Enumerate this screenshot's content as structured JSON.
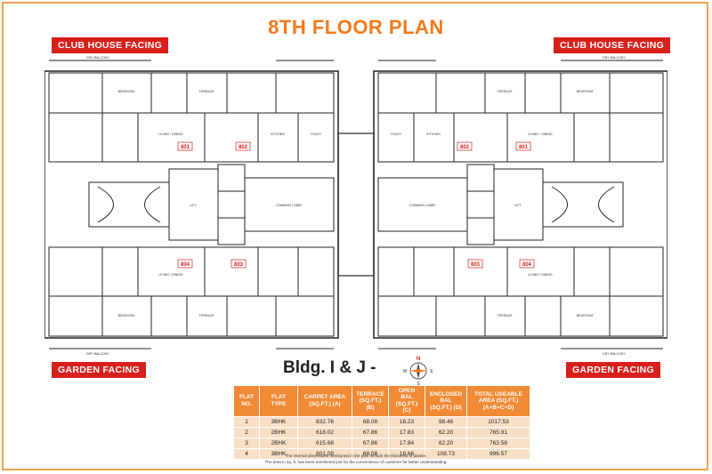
{
  "title": "8TH FLOOR PLAN",
  "badges": {
    "top_left": "CLUB HOUSE FACING",
    "top_right": "CLUB HOUSE FACING",
    "bottom_left": "GARDEN FACING",
    "bottom_right": "GARDEN FACING"
  },
  "building_label": "Bldg. I & J  -",
  "compass": {
    "n": "N",
    "s": "S",
    "w": "W",
    "e": "E"
  },
  "plan_labels": {
    "flats": [
      "801",
      "802",
      "802",
      "801",
      "804",
      "803",
      "803",
      "804"
    ],
    "common_lobby": "COMMON LOBBY",
    "lift": "LIFT",
    "terrace": "TERRACE",
    "bedroom": "BEDROOM",
    "living_dining": "LIVING / DINING",
    "kitchen": "KITCHEN",
    "toilet": "TOILET",
    "dry_balcony": "DRY BALCONY"
  },
  "table": {
    "headers": [
      "FLAT NO.",
      "FLAT TYPE",
      "CARPET AREA (SQ.FT.) (A)",
      "TERRACE (SQ.FT.) (B)",
      "OPEN BAL (SQ.FT.) (C)",
      "ENCLOSED BAL (SQ.FT.) (D)",
      "TOTAL USEABLE AREA (SQ.FT.) (A+B+C+D)"
    ],
    "rows": [
      [
        "1",
        "3BHK",
        "832.76",
        "68.08",
        "18.23",
        "98.46",
        "1017.53"
      ],
      [
        "2",
        "2BHK",
        "618.02",
        "67.86",
        "17.83",
        "62.20",
        "765.91"
      ],
      [
        "3",
        "2BHK",
        "615.68",
        "67.86",
        "17.84",
        "62.20",
        "763.58"
      ],
      [
        "4",
        "3BHK",
        "801.09",
        "68.08",
        "18.66",
        "108.73",
        "996.57"
      ]
    ]
  },
  "notes": [
    "The internal dimensions mentioned in the plan include the thickness of plaster.",
    "The area in sq. ft. has been mentioned just for the convenience of customer for better understanding."
  ]
}
